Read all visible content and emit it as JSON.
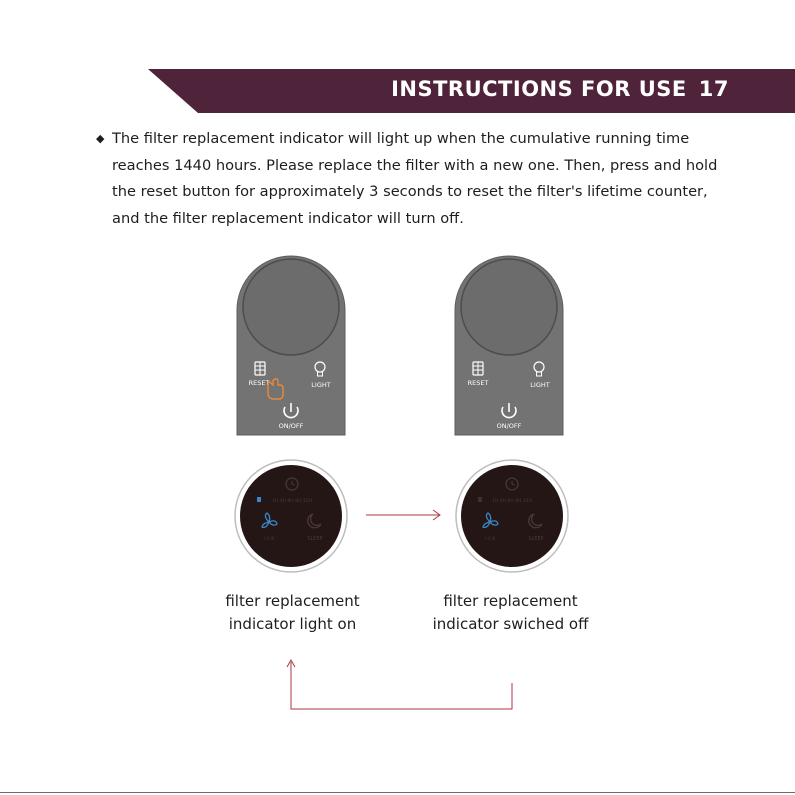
{
  "header": {
    "title": "INSTRUCTIONS FOR USE",
    "page_number": "17",
    "color": "#4f2339"
  },
  "instructions": {
    "text": "The filter replacement indicator will light up when the cumulative  running time reaches 1440 hours. Please replace the filter with a new one. Then, press and hold the reset button for approximately 3 seconds to reset the filter's lifetime counter, and the filter replacement indicator will turn off."
  },
  "panel_labels": {
    "reset": "RESET",
    "light": "LIGHT",
    "onoff": "ON/OFF",
    "sleep": "SLEEP",
    "timer_marks": "1H  4H  8H  8H  12H",
    "speed_marks": "I    II    III"
  },
  "captions": {
    "left": [
      "filter replacement",
      "indicator light on"
    ],
    "right": [
      "filter replacement",
      "indicator swiched off"
    ]
  },
  "colors": {
    "arrow": "#a83a46",
    "panel_body": "#737373",
    "panel_knob": "#6c6c6c",
    "display_bg": "#241614",
    "fan_icon": "#3a86c6",
    "hand_icon": "#e88a3a"
  }
}
